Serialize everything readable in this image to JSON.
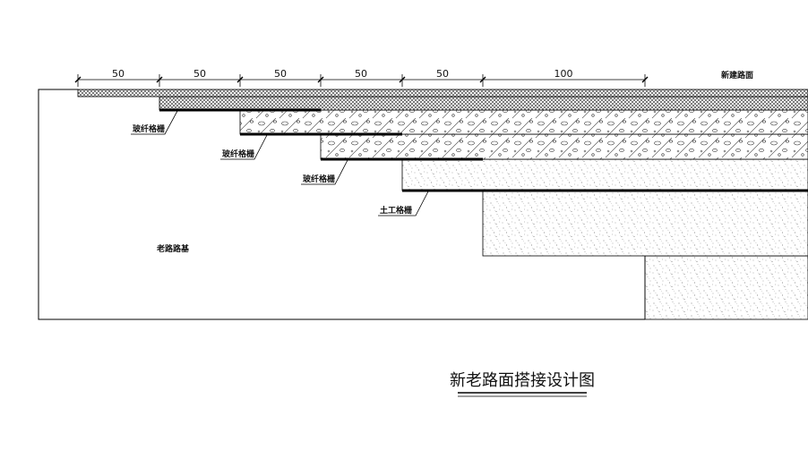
{
  "dimensions": {
    "segments": [
      "50",
      "50",
      "50",
      "50",
      "50",
      "100"
    ],
    "new_road_label": "新建路面"
  },
  "labels": {
    "fiberglass_grille_1": "玻纤格栅",
    "fiberglass_grille_2": "玻纤格栅",
    "fiberglass_grille_3": "玻纤格栅",
    "geogrid": "土工格栅",
    "old_subgrade": "老路路基"
  },
  "title": "新老路面搭接设计图"
}
